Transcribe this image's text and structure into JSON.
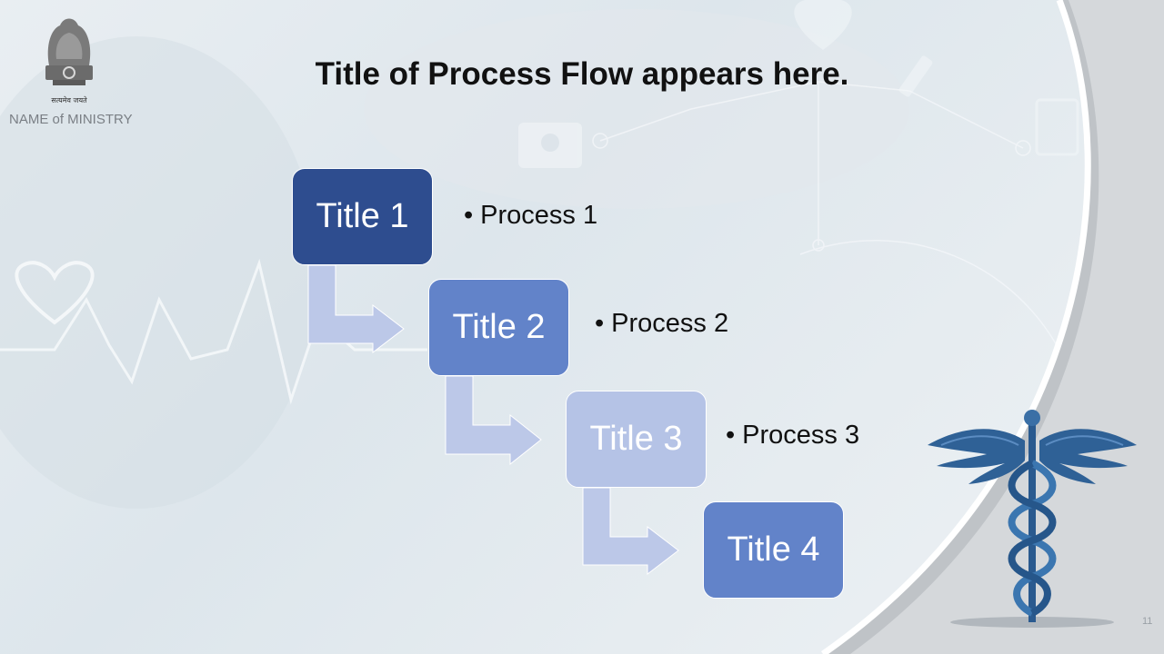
{
  "header": {
    "ministry_name": "NAME of MINISTRY",
    "emblem_motto": "सत्यमेव जयते",
    "title": "Title of Process Flow appears here."
  },
  "flow": {
    "steps": [
      {
        "title": "Title 1",
        "process": "Process 1",
        "color": "#2e4d8f"
      },
      {
        "title": "Title 2",
        "process": "Process 2",
        "color": "#6283c9"
      },
      {
        "title": "Title 3",
        "process": "Process 3",
        "color": "#b5c3e6"
      },
      {
        "title": "Title 4",
        "process": "",
        "color": "#6283c9"
      }
    ],
    "bullet": "•",
    "connector_color": "#bcc8e8"
  },
  "footer": {
    "page_number": "11"
  },
  "icons": [
    "national-emblem-icon",
    "caduceus-icon",
    "heart-icon",
    "medical-kit-icon",
    "syringe-icon",
    "clipboard-icon"
  ]
}
